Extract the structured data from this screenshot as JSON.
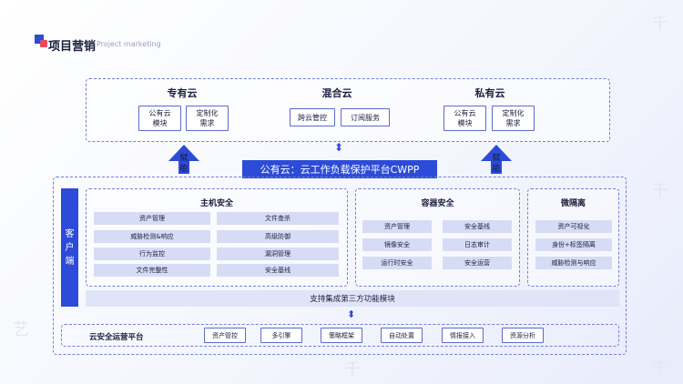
{
  "header": {
    "title": "项目营销",
    "subtitle": "Project marketing"
  },
  "clouds": {
    "dedicated": {
      "title": "专有云",
      "items": [
        "公有云\n模块",
        "定制化\n需求"
      ]
    },
    "hybrid": {
      "title": "混合云",
      "items": [
        "跨云管控",
        "订阅服务"
      ]
    },
    "private": {
      "title": "私有云",
      "items": [
        "公有云\n模块",
        "定制化\n需求"
      ]
    }
  },
  "empower_label": "赋\n能",
  "cwpp_title": "公有云：云工作负载保护平台CWPP",
  "client_label": "客\n户\n端",
  "host_security": {
    "title": "主机安全",
    "left": [
      "资产管理",
      "威胁检测&响应",
      "行为监控",
      "文件完整性"
    ],
    "right": [
      "文件查杀",
      "高级防御",
      "漏洞管理",
      "安全基线"
    ]
  },
  "container_security": {
    "title": "容器安全",
    "left": [
      "资产管理",
      "镜像安全",
      "运行时安全"
    ],
    "right": [
      "安全基线",
      "日志审计",
      "安全运营"
    ]
  },
  "micro_isolation": {
    "title": "微隔离",
    "items": [
      "资产可视化",
      "身份+标签隔离",
      "威胁检测与响应"
    ]
  },
  "third_party": "支持集成第三方功能模块",
  "ops": {
    "title": "云安全运营平台",
    "items": [
      "资产管控",
      "多引擎",
      "策略框架",
      "自动处置",
      "情报接入",
      "资源分析"
    ]
  },
  "colors": {
    "accent": "#2c4bd8",
    "cell": "#d6dcf5",
    "border": "#6f7fd6"
  }
}
